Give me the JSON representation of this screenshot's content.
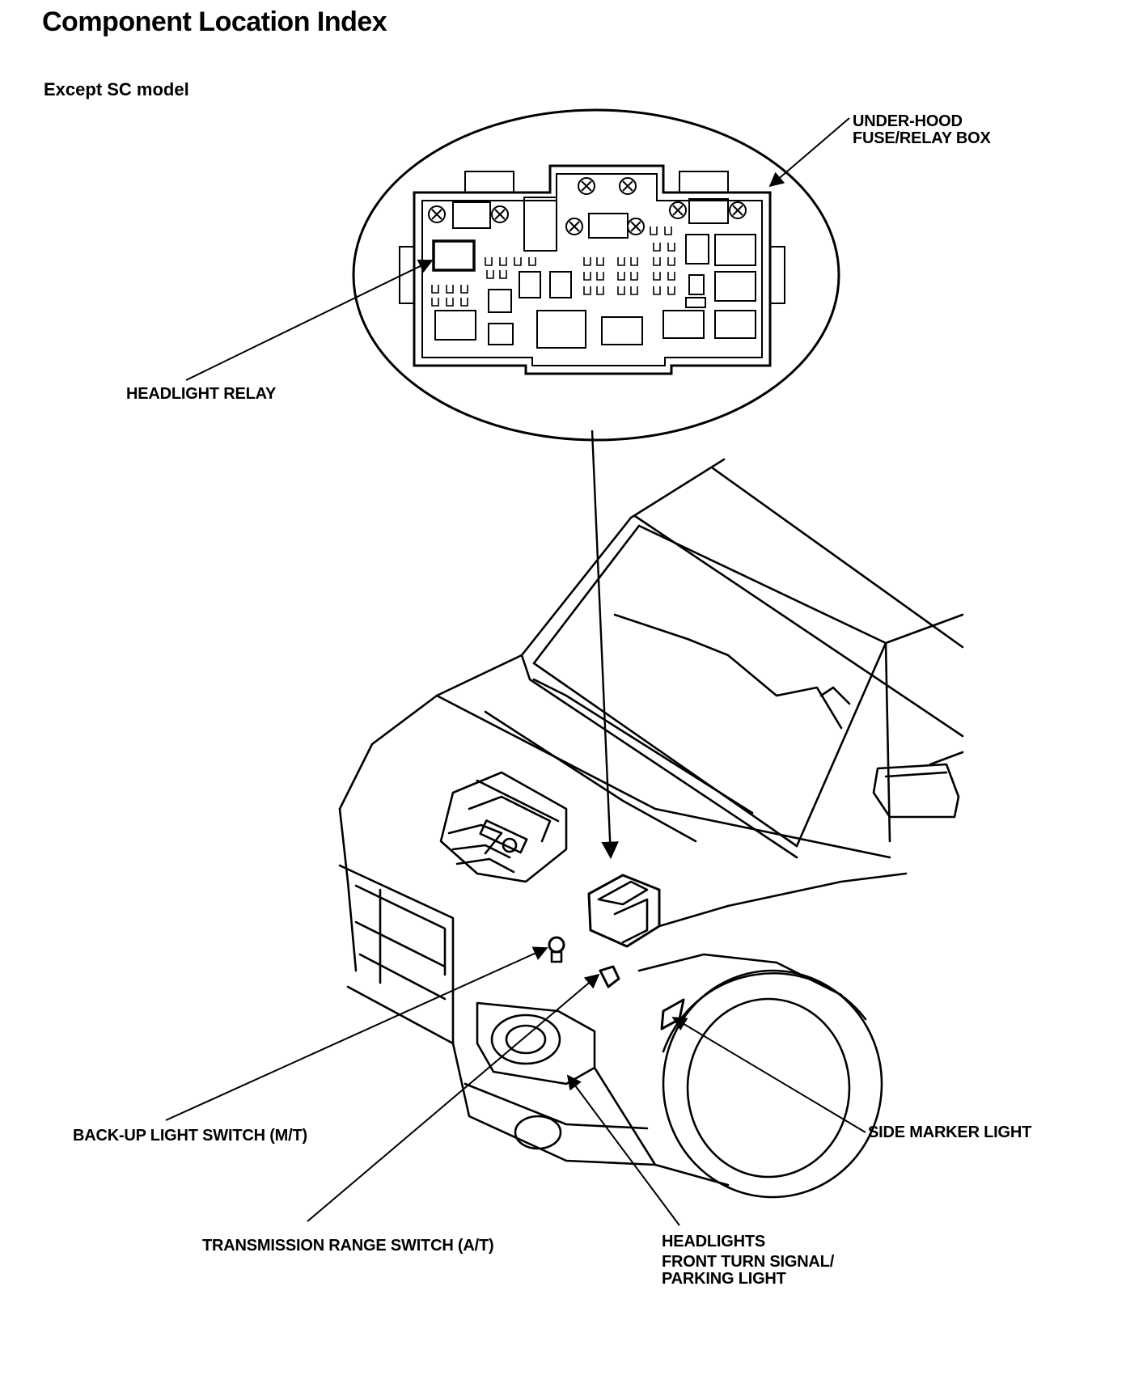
{
  "page": {
    "title": "Component Location Index",
    "subtitle": "Except SC model"
  },
  "labels": {
    "fuse_box_line1": "UNDER-HOOD",
    "fuse_box_line2": "FUSE/RELAY BOX",
    "headlight_relay": "HEADLIGHT RELAY",
    "backup_light_switch": "BACK-UP LIGHT SWITCH (M/T)",
    "side_marker_light": "SIDE MARKER LIGHT",
    "transmission_range_switch": "TRANSMISSION RANGE SWITCH (A/T)",
    "headlights": "HEADLIGHTS",
    "front_turn_line1": "FRONT TURN SIGNAL/",
    "front_turn_line2": "PARKING LIGHT"
  },
  "colors": {
    "ink": "#000000",
    "paper": "#ffffff"
  }
}
